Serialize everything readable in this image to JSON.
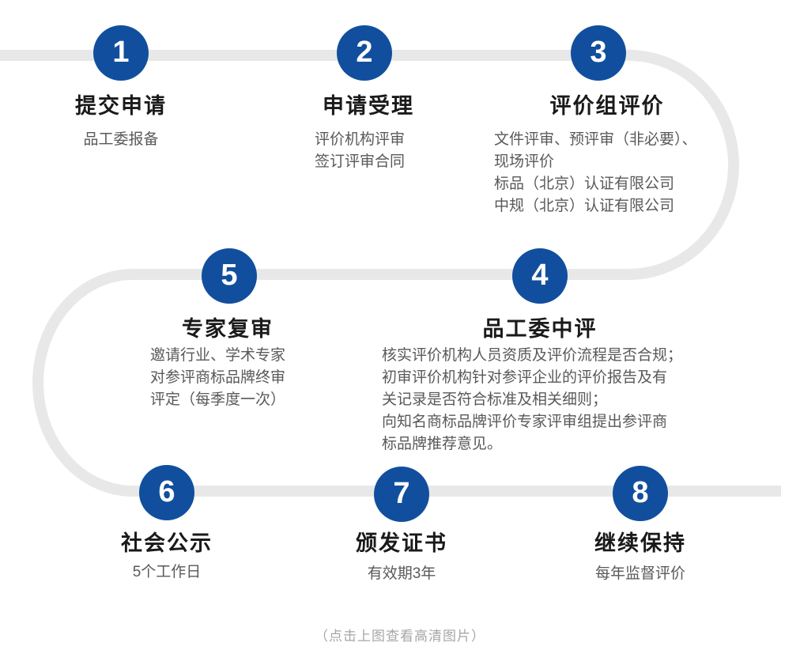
{
  "flow": {
    "steps": [
      {
        "number": "1",
        "title": "提交申请",
        "subs": [
          "品工委报备"
        ]
      },
      {
        "number": "2",
        "title": "申请受理",
        "subs": [
          "评价机构评审",
          "签订评审合同"
        ]
      },
      {
        "number": "3",
        "title": "评价组评价",
        "subs": [
          "文件评审、预评审（非必要）、",
          "现场评价",
          "标品（北京）认证有限公司",
          "中规（北京）认证有限公司"
        ]
      },
      {
        "number": "4",
        "title": "品工委中评",
        "subs": [
          "核实评价机构人员资质及评价流程是否合规；",
          "初审评价机构针对参评企业的评价报告及有",
          "关记录是否符合标准及相关细则；",
          "向知名商标品牌评价专家评审组提出参评商",
          "标品牌推荐意见。"
        ]
      },
      {
        "number": "5",
        "title": "专家复审",
        "subs": [
          "邀请行业、学术专家",
          "对参评商标品牌终审",
          "评定（每季度一次）"
        ]
      },
      {
        "number": "6",
        "title": "社会公示",
        "subs": [
          "5个工作日"
        ]
      },
      {
        "number": "7",
        "title": "颁发证书",
        "subs": [
          "有效期3年"
        ]
      },
      {
        "number": "8",
        "title": "继续保持",
        "subs": [
          "每年监督评价"
        ]
      }
    ]
  },
  "caption": "（点击上图查看高清图片）",
  "colors": {
    "step_circle": "#114f9e",
    "flow_line": "#e8e8e8",
    "title": "#1a1a1a",
    "subtitle": "#595959",
    "caption": "#a6a6a6"
  }
}
